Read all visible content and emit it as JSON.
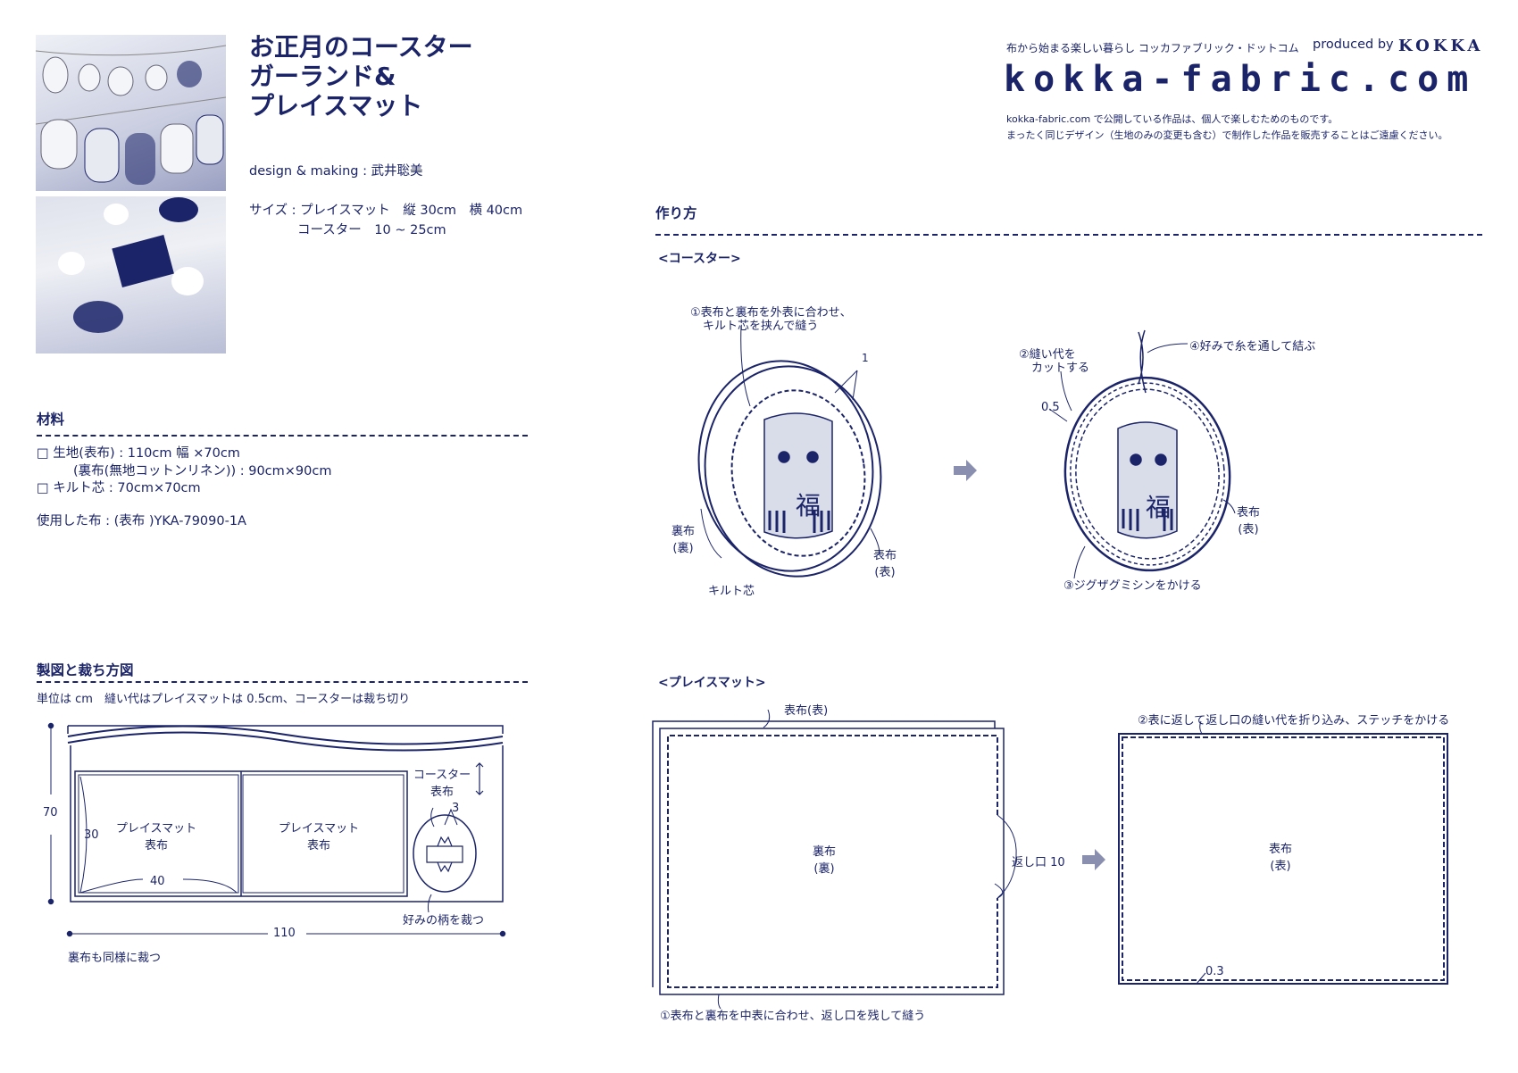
{
  "header": {
    "tagline": "布から始まる楽しい暮らし コッカファブリック・ドットコム",
    "produced_by": "produced by",
    "brand": "KOKKA",
    "logo": "kokka-fabric.com",
    "notice_1": "kokka-fabric.com で公開している作品は、個人で楽しむためのものです。",
    "notice_2": "まったく同じデザイン（生地のみの変更も含む）で制作した作品を販売することはご遠慮ください。"
  },
  "title": {
    "line1": "お正月のコースター",
    "line2": "ガーランド&",
    "line3": "プレイスマット"
  },
  "credits": "design & making : 武井聡美",
  "size": {
    "line1": "サイズ : プレイスマット　縦 30cm　横 40cm",
    "line2": "コースター　10 ~ 25cm"
  },
  "materials": {
    "heading": "材料",
    "items": [
      "□ 生地(表布) : 110cm 幅 ×70cm",
      "(裏布(無地コットンリネン)) : 90cm×90cm",
      "□ キルト芯 : 70cm×70cm"
    ],
    "used_fabric": "使用した布 : (表布 )YKA-79090-1A"
  },
  "cutting": {
    "heading": "製図と裁ち方図",
    "note": "単位は cm　縫い代はプレイスマットは 0.5cm、コースターは裁ち切り",
    "dim_height": "70",
    "dim_width": "110",
    "dim_30": "30",
    "dim_40": "40",
    "piece_label": "プレイスマット",
    "piece_sub": "表布",
    "coaster_label": "コースター",
    "coaster_sub": "表布",
    "dim_3": "3",
    "cut_pattern": "好みの柄を裁つ",
    "lining_note": "裏布も同様に裁つ"
  },
  "howto": {
    "heading": "作り方",
    "coaster": {
      "heading": "<コースター>",
      "step1a": "①表布と裏布を外表に合わせ、",
      "step1b": "キルト芯を挟んで縫う",
      "dim_1": "1",
      "back_label": "裏布",
      "back_sub": "(裏)",
      "front_label": "表布",
      "front_sub": "(表)",
      "batting": "キルト芯",
      "step2a": "②縫い代を",
      "step2b": "カットする",
      "dim_05": "0.5",
      "step3": "③ジグザグミシンをかける",
      "step4": "④好みで糸を通して結ぶ",
      "fuku": "福"
    },
    "placemat": {
      "heading": "<プレイスマット>",
      "front_top": "表布(表)",
      "back_label": "裏布",
      "back_sub": "(裏)",
      "opening": "返し口 10",
      "step1": "①表布と裏布を中表に合わせ、返し口を残して縫う",
      "step2": "②表に返して返し口の縫い代を折り込み、ステッチをかける",
      "front_label": "表布",
      "front_sub": "(表)",
      "dim_03": "0.3"
    }
  },
  "colors": {
    "navy": "#1b2468",
    "light_fill": "#d9dce9",
    "arrow": "#8a8fb0"
  }
}
